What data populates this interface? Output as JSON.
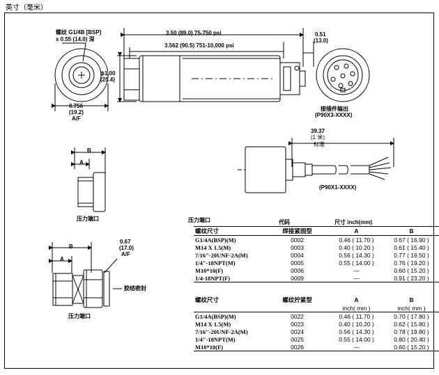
{
  "page_title": "英寸（毫米）",
  "main_view": {
    "thread_label": "螺纹 G1/4B [BSP]",
    "thread_depth": "x 0.55 (14.0) 深",
    "length_1": "3.50 (89.0) 75-750 psi",
    "length_2": "3.562 (90.5) 751-10,000 psi",
    "diameter": "ϕ1.00",
    "diameter_mm": "(25.4)",
    "connector_len": "0.51",
    "connector_len_mm": "(13.0)",
    "hex": "0.756",
    "hex_mm": "(19.2)",
    "hex_af": "A/F",
    "connector_label": "接插件输出",
    "connector_model": "(P90X3-XXXX)"
  },
  "cable_view": {
    "length": "39.37",
    "length_m": "(1 米)",
    "length_std": "标准",
    "model": "(P90X1-XXXX)"
  },
  "port_views": {
    "b_label": "B",
    "a_label": "A",
    "port_1_caption": "压力端口",
    "port_2_caption": "压力端口",
    "port_2_dim": "0.67",
    "port_2_dim_mm": "(17.0)",
    "port_2_af": "A/F",
    "seal_label": "胶结密封"
  },
  "table_1": {
    "title": "压力端口",
    "col_code": "代码",
    "col_size": "尺寸 inch(mm)",
    "headers": [
      "螺纹尺寸",
      "焊接紧固型",
      "A",
      "B"
    ],
    "rows": [
      [
        "G1/4A(BSP)(M)",
        "0002",
        "0.46 ( 11.70 )",
        "0.67 ( 16.90 )"
      ],
      [
        "M14 X 1.5(M)",
        "0003",
        "0.40 ( 10.20 )",
        "0.61 ( 15.40 )"
      ],
      [
        "7/16\"-20UNF-2A(M)",
        "0004",
        "0.56 ( 14.30 )",
        "0.77 ( 19.50 )"
      ],
      [
        "1/4\"-18NPT(M)",
        "0005",
        "0.55 ( 14.00 )",
        "0.76 ( 19.20 )"
      ],
      [
        "M10*10(F)",
        "0006",
        "—",
        "0.60 ( 15.20 )"
      ],
      [
        "1/4-18NPT(F)",
        "0009",
        "—",
        "0.91 ( 23.20 )"
      ]
    ]
  },
  "table_2": {
    "headers": [
      "螺纹尺寸",
      "螺纹拧紧型",
      "A",
      "B"
    ],
    "unit": "inch( mm )",
    "rows": [
      [
        "G1/4A(BSP)(M)",
        "0022",
        "0.46 ( 11.70 )",
        "0.70 ( 17.80 )"
      ],
      [
        "M14 X 1.5(M)",
        "0023",
        "0.40 ( 10.20 )",
        "0.62 ( 15.80 )"
      ],
      [
        "7/16\"-20UNF-2A(M)",
        "0024",
        "0.56 ( 14.30 )",
        "0.78 ( 19.80 )"
      ],
      [
        "1/4\"-18NPT(M)",
        "0025",
        "0.55 ( 14.00 )",
        "0.80 ( 20.40 )"
      ],
      [
        "M10*10(F)",
        "0026",
        "—",
        "0.60 ( 15.20 )"
      ]
    ]
  }
}
